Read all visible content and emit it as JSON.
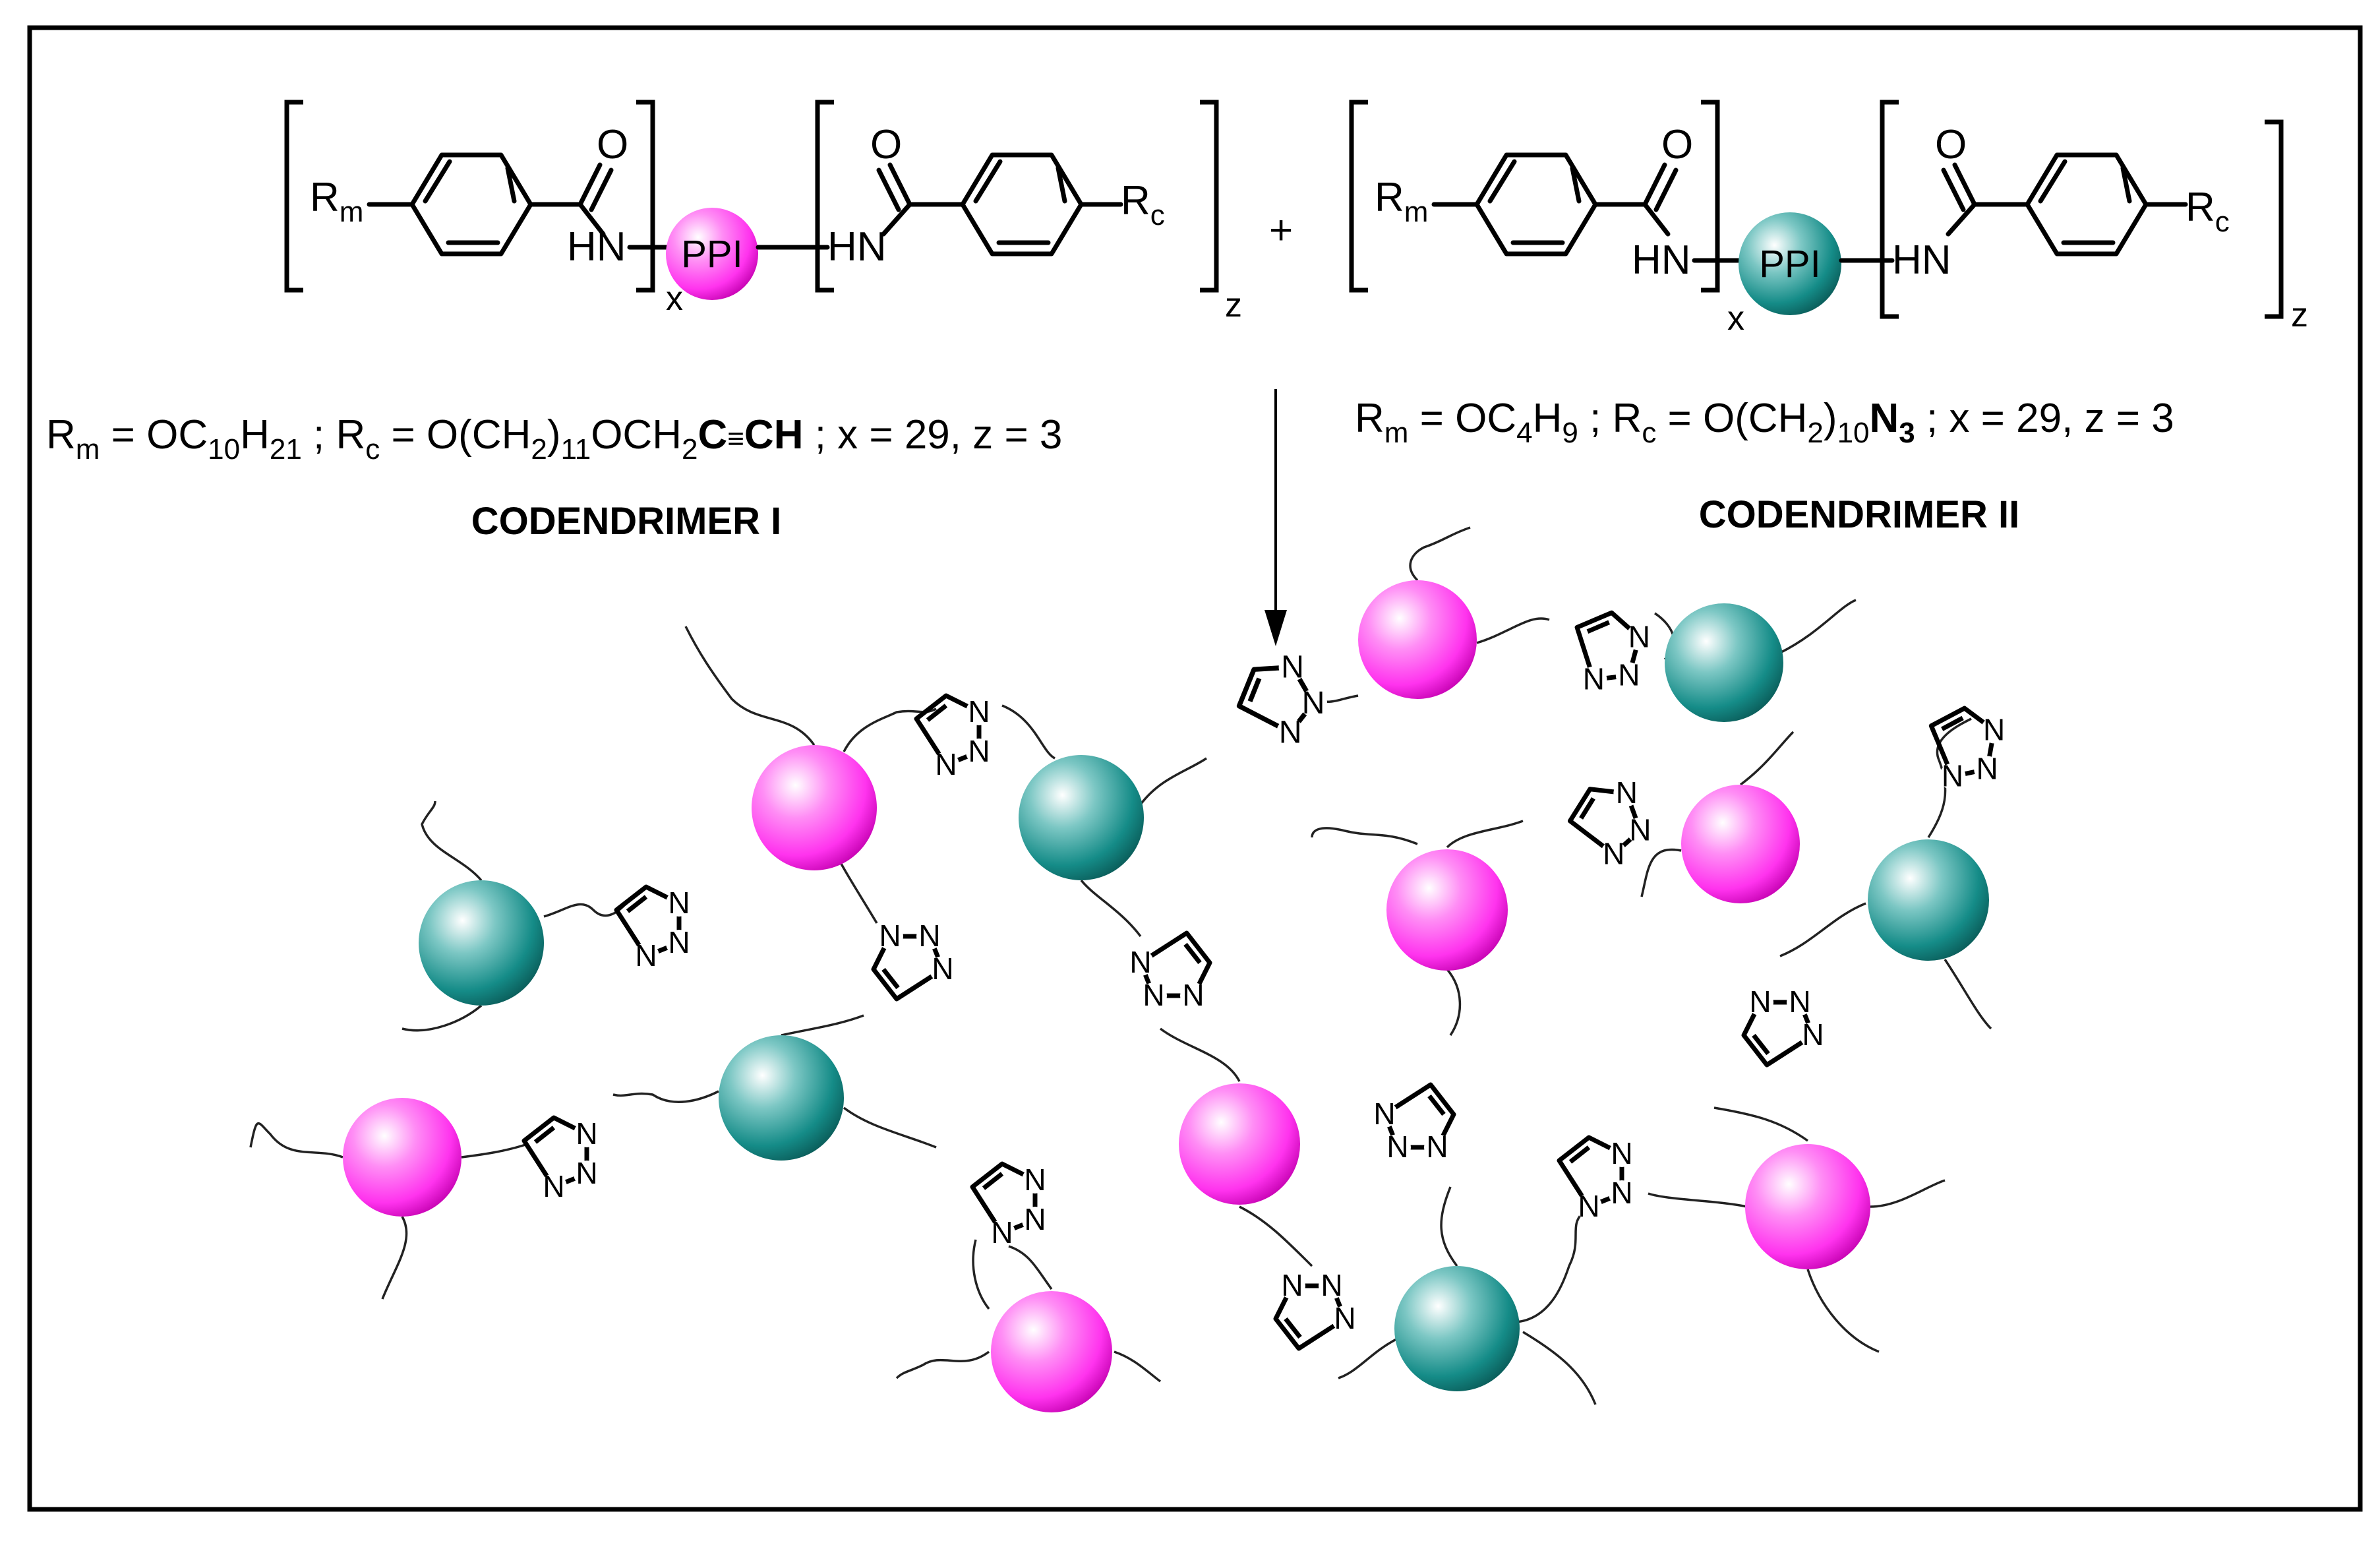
{
  "colors": {
    "ppi_magenta": "#ff33ee",
    "ppi_teal": "#158c88",
    "frame": "#000000"
  },
  "scheme": {
    "ppi_label": "PPI",
    "rm": "R",
    "rm_sub": "m",
    "rc": "R",
    "rc_sub": "c",
    "hn": "HN",
    "o": "O",
    "x": "x",
    "z": "z",
    "plus": "+"
  },
  "codendrimer_1": {
    "name": "CODENDRIMER I",
    "formula": {
      "rm_eq": "R",
      "rm_eq_sub": "m",
      "rm_value": " = OC",
      "rm_value_sub1": "10",
      "rm_value_h": "H",
      "rm_value_sub2": "21",
      "sep": " ; ",
      "rc_eq": "R",
      "rc_eq_sub": "c",
      "rc_value": " = O(CH",
      "rc_value_sub1": "2",
      "rc_value_mid": ")",
      "rc_value_sub2": "11",
      "rc_value_tail": "OCH",
      "rc_value_sub3": "2",
      "rc_bold1": "C",
      "rc_triple": "≡",
      "rc_bold2": "CH",
      "params": " ; x = 29, z = 3"
    }
  },
  "codendrimer_2": {
    "name": "CODENDRIMER II",
    "formula": {
      "rm_eq": "R",
      "rm_eq_sub": "m",
      "rm_value": " = OC",
      "rm_value_sub1": "4",
      "rm_value_h": "H",
      "rm_value_sub2": "9",
      "sep": " ; ",
      "rc_eq": "R",
      "rc_eq_sub": "c",
      "rc_value": " = O(CH",
      "rc_value_sub1": "2",
      "rc_value_mid": ")",
      "rc_value_sub2": "10",
      "rc_bold": "N",
      "rc_bold_sub": "3",
      "params": " ; x = 29, z = 3"
    }
  },
  "network": {
    "triazole_n": "N"
  }
}
